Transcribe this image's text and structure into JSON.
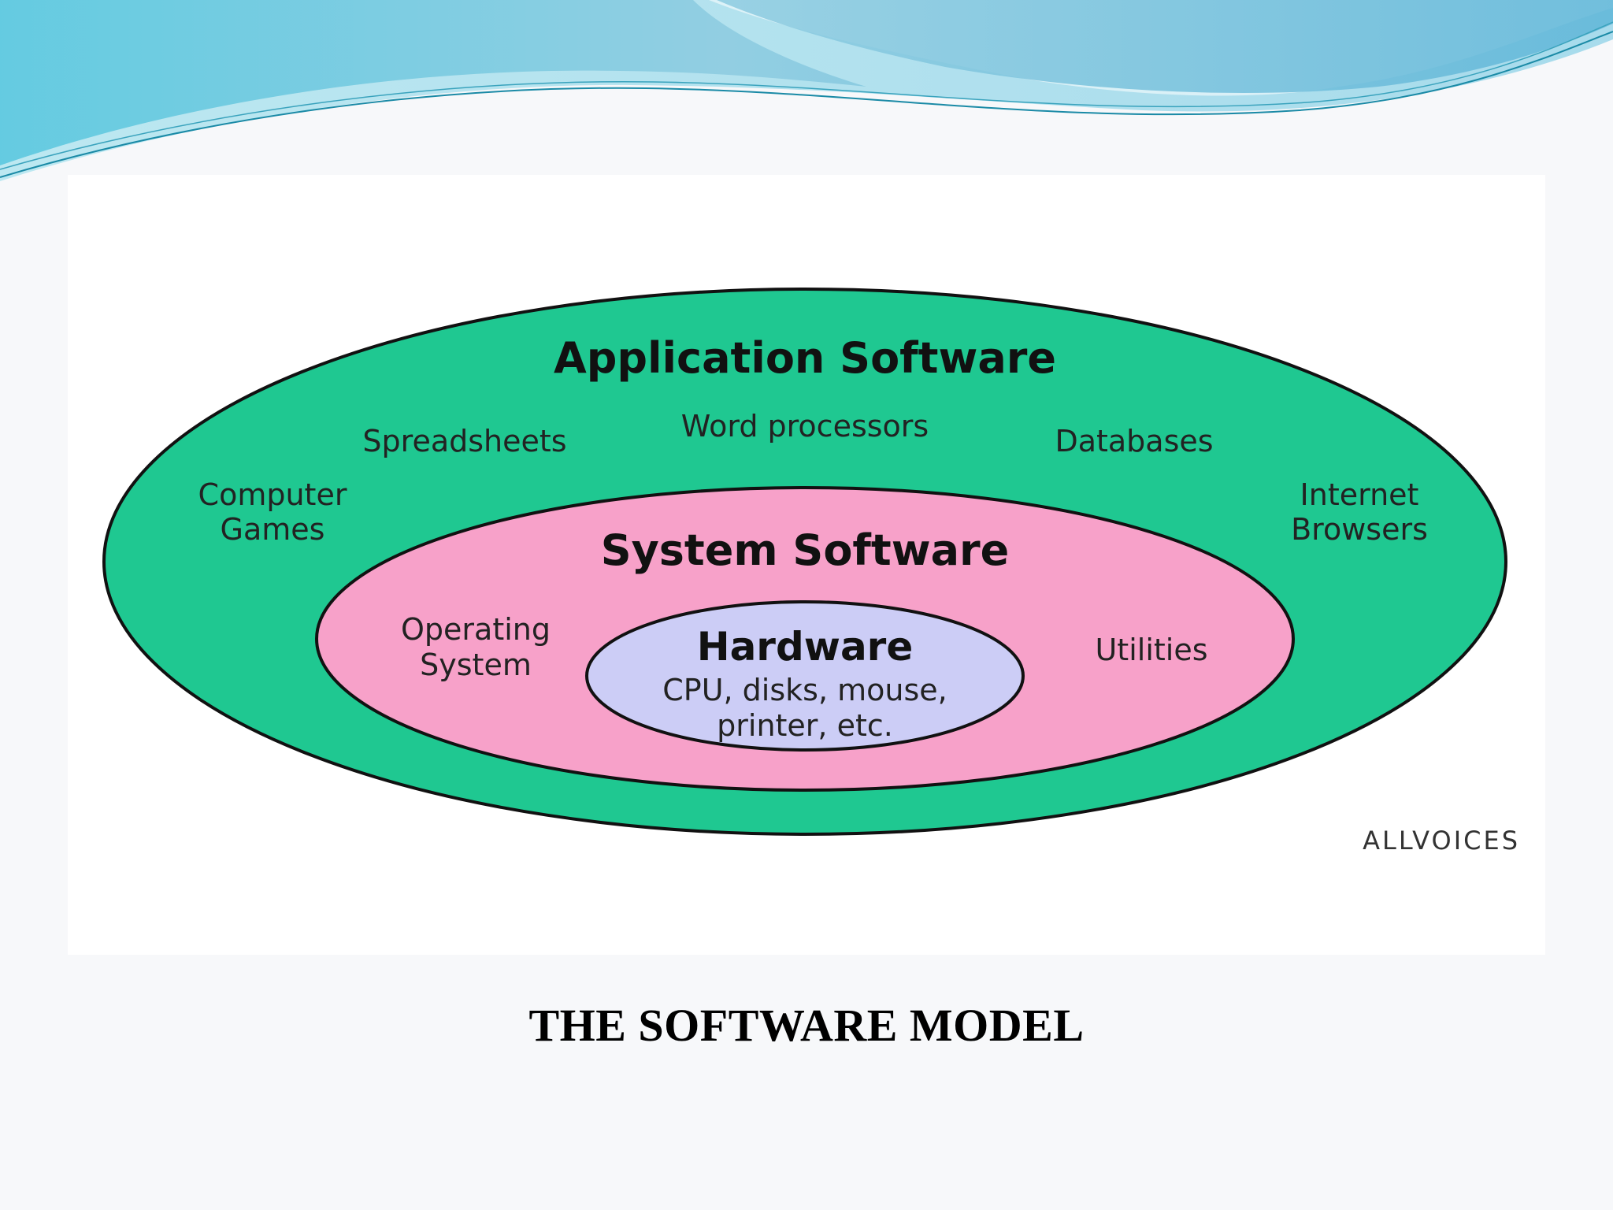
{
  "colors": {
    "application": "#1fc891",
    "system": "#f7a1c9",
    "hardware": "#cccdf6",
    "outline": "#111111",
    "wave_dark": "#6fb9d6",
    "wave_light": "#a9dcea"
  },
  "diagram": {
    "application": {
      "title": "Application Software",
      "items": {
        "spreadsheets": "Spreadsheets",
        "word_processors": "Word processors",
        "databases": "Databases",
        "computer_games_line1": "Computer",
        "computer_games_line2": "Games",
        "internet_browsers_line1": "Internet",
        "internet_browsers_line2": "Browsers"
      }
    },
    "system": {
      "title": "System Software",
      "items": {
        "operating_system_line1": "Operating",
        "operating_system_line2": "System",
        "utilities": "Utilities"
      }
    },
    "hardware": {
      "title": "Hardware",
      "line1": "CPU, disks, mouse,",
      "line2": "printer, etc."
    },
    "watermark": "ALLVOICES"
  },
  "caption": "THE SOFTWARE MODEL"
}
